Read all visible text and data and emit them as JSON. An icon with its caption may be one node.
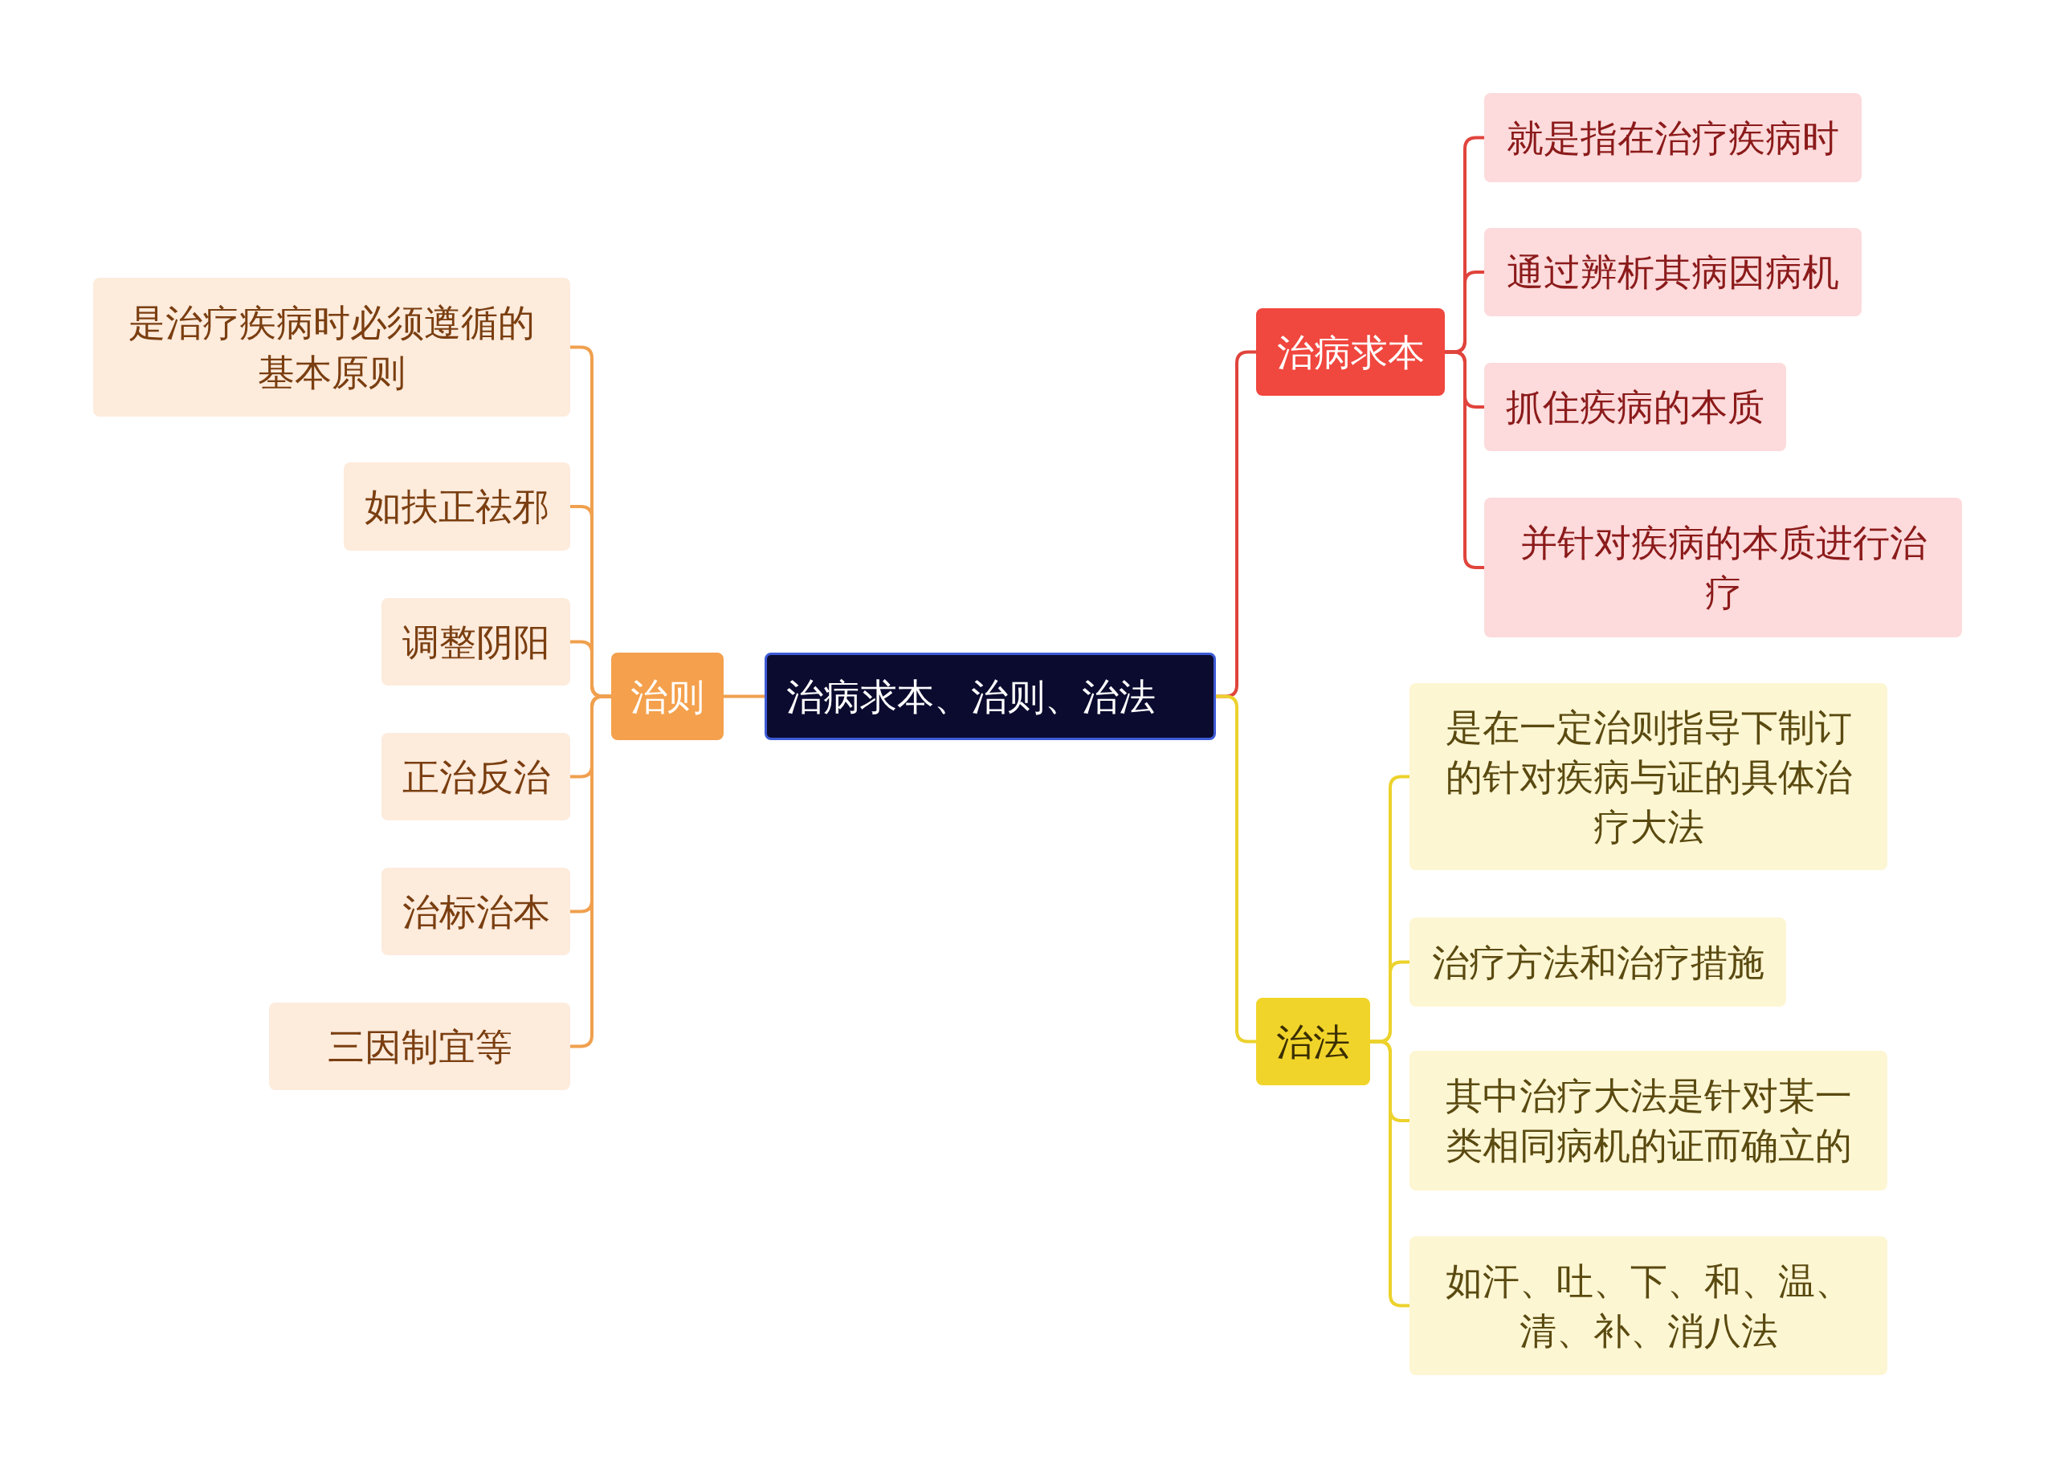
{
  "diagram": {
    "nodes": [
      {
        "text": [
          "治病求本、治则、治法"
        ]
      },
      {
        "text": [
          "治则"
        ]
      },
      {
        "text": [
          "是治疗疾病时必须遵循的基本原则"
        ]
      },
      {
        "text": [
          "如扶正祛邪"
        ]
      },
      {
        "text": [
          "调整阴阳"
        ]
      },
      {
        "text": [
          "正治反治"
        ]
      },
      {
        "text": [
          "治标治本"
        ]
      },
      {
        "text": [
          "三因制宜等"
        ]
      },
      {
        "text": [
          "治病求本"
        ]
      },
      {
        "text": [
          "就是指在治疗疾病时"
        ]
      },
      {
        "text": [
          "通过辨析其病因病机"
        ]
      },
      {
        "text": [
          "抓住疾病的本质"
        ]
      },
      {
        "text": [
          "并针对疾病的本质进行治疗"
        ]
      },
      {
        "text": [
          "治法"
        ]
      },
      {
        "text": [
          "是在一定治则指导下制订的针对疾病与证的具体治疗大法"
        ]
      },
      {
        "text": [
          "治疗方法和治疗措施"
        ]
      },
      {
        "text": [
          "其中治疗大法是针对某一类相同病机的证而确立的"
        ]
      },
      {
        "text": [
          "如汗、吐、下、和、温、清、补、消八法"
        ]
      }
    ],
    "edges": [
      {
        "from": 0,
        "to": 1,
        "arrow": "none"
      },
      {
        "from": 1,
        "to": 2,
        "arrow": "none"
      },
      {
        "from": 1,
        "to": 3,
        "arrow": "none"
      },
      {
        "from": 1,
        "to": 4,
        "arrow": "none"
      },
      {
        "from": 1,
        "to": 5,
        "arrow": "none"
      },
      {
        "from": 1,
        "to": 6,
        "arrow": "none"
      },
      {
        "from": 1,
        "to": 7,
        "arrow": "none"
      },
      {
        "from": 0,
        "to": 8,
        "arrow": "none",
        "color": "#e0443c"
      },
      {
        "from": 8,
        "to": 9,
        "arrow": "none",
        "color": "#e0443c"
      },
      {
        "from": 8,
        "to": 10,
        "arrow": "none",
        "color": "#e0443c"
      },
      {
        "from": 8,
        "to": 11,
        "arrow": "none",
        "color": "#e0443c"
      },
      {
        "from": 8,
        "to": 12,
        "arrow": "none",
        "color": "#e0443c"
      },
      {
        "from": 0,
        "to": 13,
        "arrow": "none",
        "color": "#ecd22c"
      },
      {
        "from": 13,
        "to": 14,
        "arrow": "none",
        "color": "#ecd22c"
      },
      {
        "from": 13,
        "to": 15,
        "arrow": "none",
        "color": "#ecd22c"
      },
      {
        "from": 13,
        "to": 16,
        "arrow": "none",
        "color": "#ecd22c"
      },
      {
        "from": 13,
        "to": 17,
        "arrow": "none",
        "color": "#ecd22c"
      }
    ]
  }
}
